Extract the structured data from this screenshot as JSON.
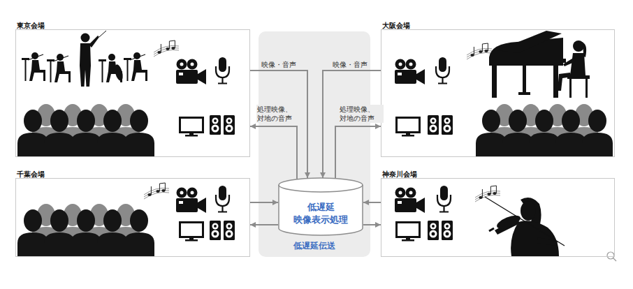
{
  "diagram": {
    "nodes": [
      {
        "text": [
          "東京会場"
        ]
      },
      {
        "text": [
          "低遅延伝送"
        ]
      },
      {
        "text": [
          "低遅延 映像表示処理"
        ],
        "in": 1
      },
      {
        "text": [
          "大阪会場"
        ]
      },
      {
        "text": [
          "千葉会場"
        ]
      },
      {
        "text": [
          "神奈川会場"
        ]
      }
    ],
    "edges": [
      {
        "from": 0,
        "to": 2,
        "arrow": "to",
        "label": "映像・音声"
      },
      {
        "from": 2,
        "to": 0,
        "arrow": "to",
        "label": "処理映像、 対地の音声"
      },
      {
        "from": 3,
        "to": 2,
        "arrow": "to",
        "label": "映像・音声"
      },
      {
        "from": 2,
        "to": 3,
        "arrow": "to",
        "label": "処理映像、 対地の音声"
      },
      {
        "from": 4,
        "to": 2,
        "arrow": "to"
      },
      {
        "from": 2,
        "to": 4,
        "arrow": "to"
      },
      {
        "from": 5,
        "to": 2,
        "arrow": "to"
      },
      {
        "from": 2,
        "to": 5,
        "arrow": "to"
      }
    ]
  }
}
